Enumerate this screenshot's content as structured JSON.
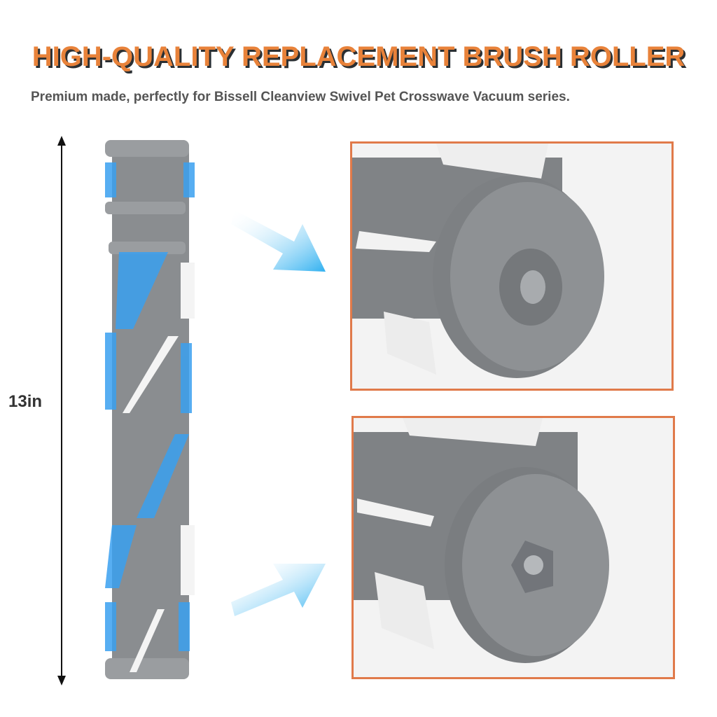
{
  "header": {
    "title": "HIGH-QUALITY REPLACEMENT BRUSH ROLLER",
    "subtitle": "Premium made, perfectly for Bissell Cleanview Swivel Pet Crosswave Vacuum series."
  },
  "dimension": {
    "label": "13in"
  },
  "colors": {
    "title": "#e8823a",
    "frame": "#e07a4a",
    "roller": "#8a8d90",
    "bristle_blue": "#3aa0f0",
    "arrow": "#3cb8f0"
  }
}
